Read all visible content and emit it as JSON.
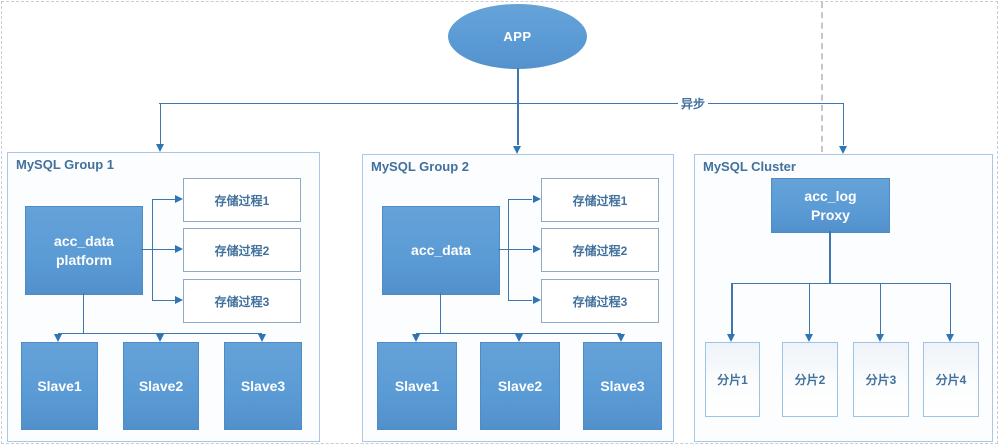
{
  "colors": {
    "node_blue": "#5b9bd5",
    "connector_blue": "#3e76ad",
    "arrow_blue": "#2e75b6",
    "label_blue": "#41719c",
    "panel_border": "#aac7e5"
  },
  "app": {
    "label": "APP"
  },
  "edges": {
    "async_label": "异步"
  },
  "group1": {
    "title": "MySQL Group 1",
    "main_line1": "acc_data",
    "main_line2": "platform",
    "procs": [
      "存储过程1",
      "存储过程2",
      "存储过程3"
    ],
    "slaves": [
      "Slave1",
      "Slave2",
      "Slave3"
    ]
  },
  "group2": {
    "title": "MySQL Group 2",
    "main": "acc_data",
    "procs": [
      "存储过程1",
      "存储过程2",
      "存储过程3"
    ],
    "slaves": [
      "Slave1",
      "Slave2",
      "Slave3"
    ]
  },
  "cluster": {
    "title": "MySQL Cluster",
    "proxy_line1": "acc_log",
    "proxy_line2": "Proxy",
    "shards": [
      "分片1",
      "分片2",
      "分片3",
      "分片4"
    ]
  }
}
